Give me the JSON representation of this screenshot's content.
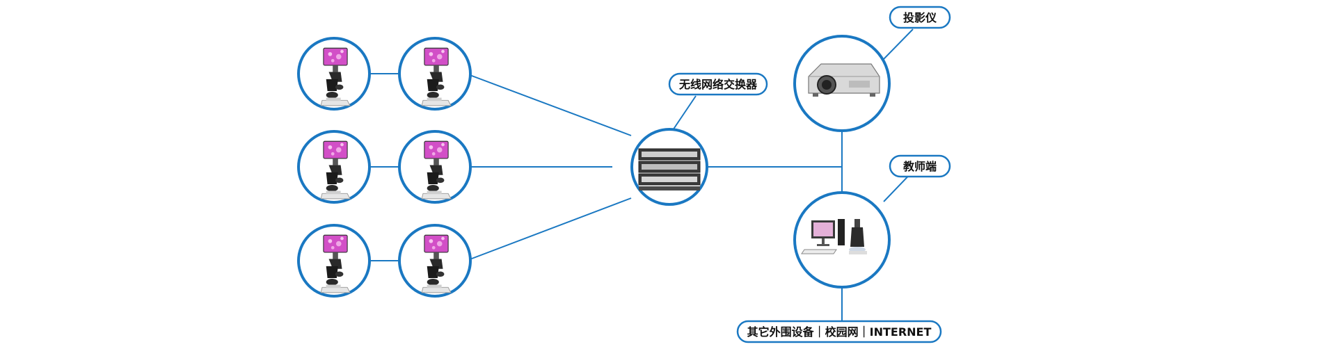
{
  "labels": {
    "switch": "无线网络交换器",
    "projector": "投影仪",
    "teacher": "教师端",
    "peripherals": "其它外围设备｜校园网｜INTERNET"
  },
  "colors": {
    "line": "#1a78c2",
    "slide": "#c64bbd"
  }
}
